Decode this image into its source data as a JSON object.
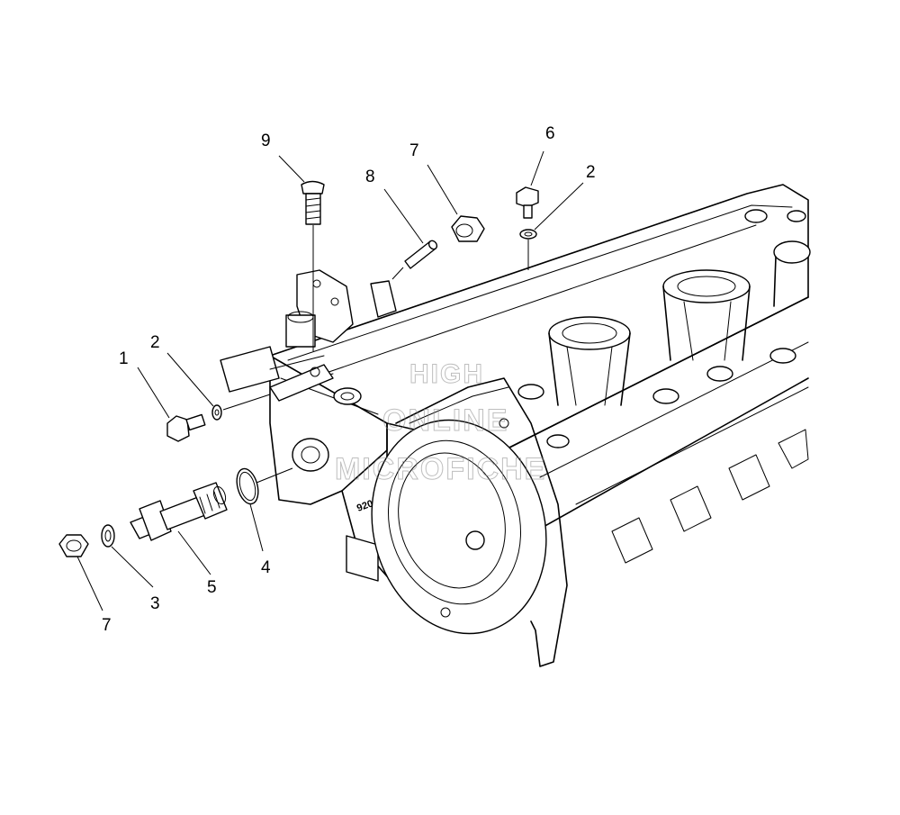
{
  "callouts": [
    {
      "id": "c9",
      "label": "9"
    },
    {
      "id": "c8",
      "label": "8"
    },
    {
      "id": "c7a",
      "label": "7"
    },
    {
      "id": "c6",
      "label": "6"
    },
    {
      "id": "c2a",
      "label": "2"
    },
    {
      "id": "c2b",
      "label": "2"
    },
    {
      "id": "c1",
      "label": "1"
    },
    {
      "id": "c4",
      "label": "4"
    },
    {
      "id": "c5",
      "label": "5"
    },
    {
      "id": "c3",
      "label": "3"
    },
    {
      "id": "c7b",
      "label": "7"
    }
  ],
  "casting_mark": "9200.97",
  "watermark": {
    "line1": "HIGH",
    "line2": "ONLINE",
    "line3": "MICROFICHE"
  }
}
